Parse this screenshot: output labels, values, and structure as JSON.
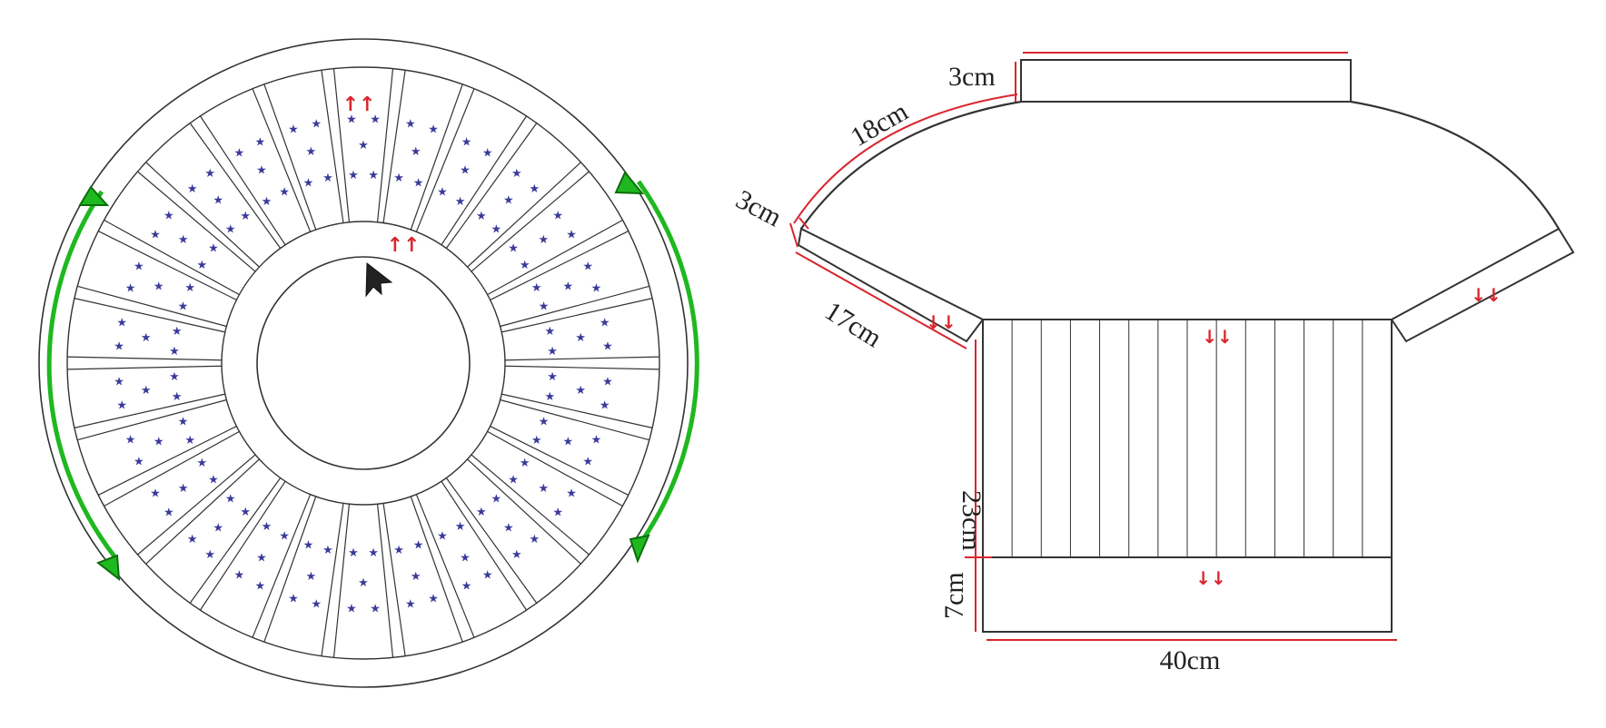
{
  "colors": {
    "outline": "#333333",
    "dimension_line": "#d9262e",
    "arrow": "#d9262e",
    "star": "#3a3a9a",
    "green_marker": "#1fb81f",
    "green_marker_dark": "#0c6e0c",
    "cursor": "#222222"
  },
  "yoke_diagram": {
    "panel_count": 26,
    "inner_arrows_label": "↑↑",
    "top_arrows_label": "↑↑",
    "markers": [
      "green-triangle",
      "green-triangle",
      "green-triangle",
      "green-triangle"
    ],
    "icons": [
      "star-icon",
      "cursor-icon"
    ]
  },
  "sweater_schematic": {
    "labels": {
      "collar": "3cm",
      "yoke_depth": "18cm",
      "yoke_band": "3cm",
      "sleeve": "17cm",
      "body_length": "23cm",
      "ribbing": "7cm",
      "width": "40cm"
    },
    "direction_arrows": "↓↓",
    "body_stripe_count": 14
  }
}
